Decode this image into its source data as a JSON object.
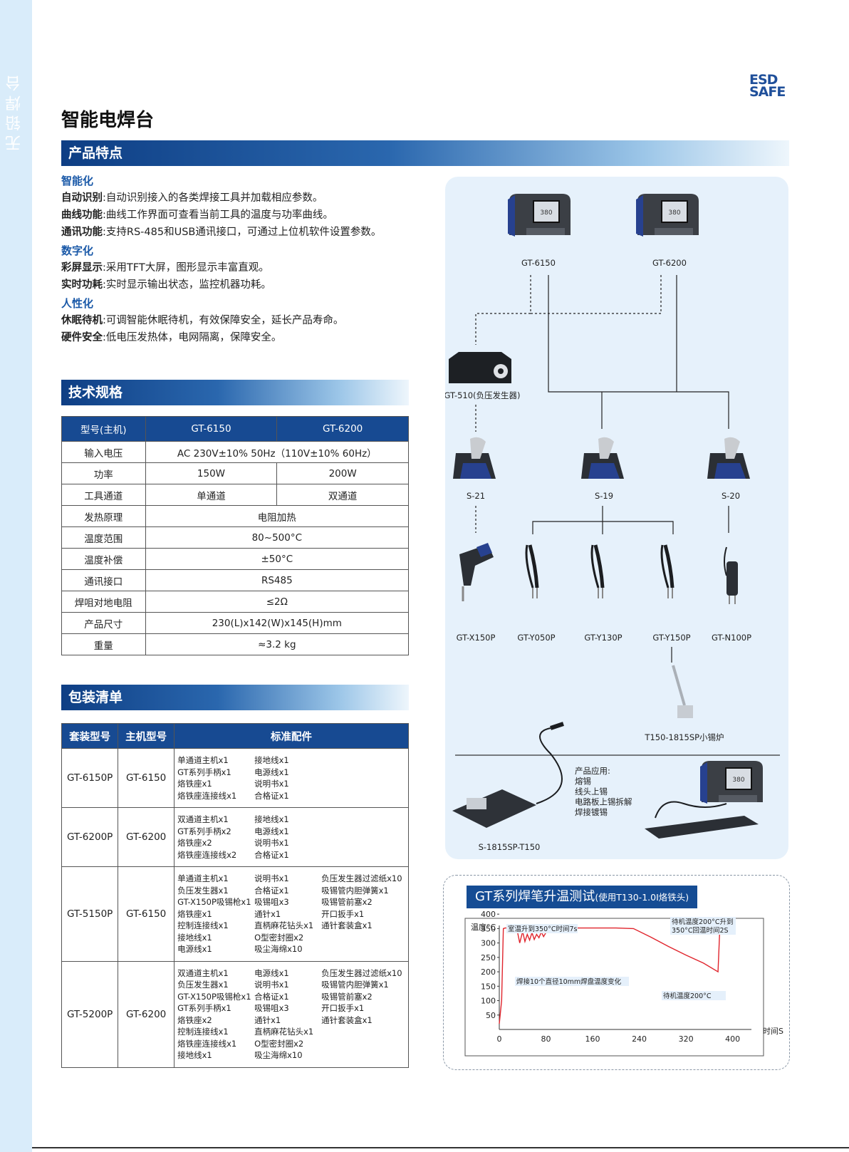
{
  "side_label": "无铅焊台",
  "logo": {
    "line1": "ESD",
    "line2": "SAFE"
  },
  "page_title": "智能电焊台",
  "features_section": {
    "title": "产品特点",
    "groups": [
      {
        "title": "智能化",
        "items": [
          {
            "key": "自动识别",
            "text": "自动识别接入的各类焊接工具并加载相应参数。"
          },
          {
            "key": "曲线功能",
            "text": "曲线工作界面可查看当前工具的温度与功率曲线。"
          },
          {
            "key": "通讯功能",
            "text": "支持RS-485和USB通讯接口，可通过上位机软件设置参数。"
          }
        ]
      },
      {
        "title": "数字化",
        "items": [
          {
            "key": "彩屏显示",
            "text": "采用TFT大屏，图形显示丰富直观。"
          },
          {
            "key": "实时功耗",
            "text": "实时显示输出状态，监控机器功耗。"
          }
        ]
      },
      {
        "title": "人性化",
        "items": [
          {
            "key": "休眠待机",
            "text": "可调智能休眠待机，有效保障安全，延长产品寿命。"
          },
          {
            "key": "硬件安全",
            "text": "低电压发热体，电网隔离，保障安全。"
          }
        ]
      }
    ]
  },
  "specs": {
    "title": "技术规格",
    "headers": [
      "型号(主机)",
      "GT-6150",
      "GT-6200"
    ],
    "rows": [
      {
        "label": "输入电压",
        "value": "AC 230V±10% 50Hz（110V±10% 60Hz）"
      },
      {
        "label": "功率",
        "v1": "150W",
        "v2": "200W"
      },
      {
        "label": "工具通道",
        "v1": "单通道",
        "v2": "双通道"
      },
      {
        "label": "发热原理",
        "value": "电阻加热"
      },
      {
        "label": "温度范围",
        "value": "80~500°C"
      },
      {
        "label": "温度补偿",
        "value": "±50°C"
      },
      {
        "label": "通讯接口",
        "value": "RS485"
      },
      {
        "label": "焊咀对地电阻",
        "value": "≤2Ω"
      },
      {
        "label": "产品尺寸",
        "value": "230(L)x142(W)x145(H)mm"
      },
      {
        "label": "重量",
        "value": "≈3.2 kg"
      }
    ]
  },
  "packing": {
    "title": "包装清单",
    "headers": [
      "套装型号",
      "主机型号",
      "标准配件"
    ],
    "rows": [
      {
        "kit": "GT-6150P",
        "host": "GT-6150",
        "items": [
          [
            "单通道主机x1",
            "接地线x1",
            ""
          ],
          [
            "GT系列手柄x1",
            "电源线x1",
            ""
          ],
          [
            "烙铁座x1",
            "说明书x1",
            ""
          ],
          [
            "烙铁座连接线x1",
            "合格证x1",
            ""
          ]
        ]
      },
      {
        "kit": "GT-6200P",
        "host": "GT-6200",
        "items": [
          [
            "双通道主机x1",
            "接地线x1",
            ""
          ],
          [
            "GT系列手柄x2",
            "电源线x1",
            ""
          ],
          [
            "烙铁座x2",
            "说明书x1",
            ""
          ],
          [
            "烙铁座连接线x2",
            "合格证x1",
            ""
          ]
        ]
      },
      {
        "kit": "GT-5150P",
        "host": "GT-6150",
        "items": [
          [
            "单通道主机x1",
            "说明书x1",
            "负压发生器过滤纸x10"
          ],
          [
            "负压发生器x1",
            "合格证x1",
            "吸锡管内胆弹簧x1"
          ],
          [
            "GT-X150P吸锡枪x1",
            "吸锡咀x3",
            "吸锡管前塞x2"
          ],
          [
            "烙铁座x1",
            "通针x1",
            "开口扳手x1"
          ],
          [
            "控制连接线x1",
            "直柄麻花钻头x1",
            "通针套装盒x1"
          ],
          [
            "接地线x1",
            "O型密封圈x2",
            ""
          ],
          [
            "电源线x1",
            "吸尘海绵x10",
            ""
          ]
        ]
      },
      {
        "kit": "GT-5200P",
        "host": "GT-6200",
        "items": [
          [
            "双通道主机x1",
            "电源线x1",
            "负压发生器过滤纸x10"
          ],
          [
            "负压发生器x1",
            "说明书x1",
            "吸锡管内胆弹簧x1"
          ],
          [
            "GT-X150P吸锡枪x1",
            "合格证x1",
            "吸锡管前塞x2"
          ],
          [
            "GT系列手柄x1",
            "吸锡咀x3",
            "开口扳手x1"
          ],
          [
            "烙铁座x2",
            "通针x1",
            "通针套装盒x1"
          ],
          [
            "控制连接线x1",
            "直柄麻花钻头x1",
            ""
          ],
          [
            "烙铁座连接线x1",
            "O型密封圈x2",
            ""
          ],
          [
            "接地线x1",
            "吸尘海绵x10",
            ""
          ]
        ]
      }
    ]
  },
  "diagram": {
    "stations": [
      "GT-6150",
      "GT-6200"
    ],
    "generator": "GT-510(负压发生器)",
    "holders": [
      "S-21",
      "S-19",
      "S-20"
    ],
    "tools": [
      "GT-X150P",
      "GT-Y050P",
      "GT-Y130P",
      "GT-Y150P",
      "GT-N100P"
    ],
    "pot": "T150-1815SP小锡炉",
    "pot_station": "S-1815SP-T150",
    "applications": [
      "产品应用:",
      "熔锡",
      "线头上锡",
      "电路板上锡拆解",
      "焊接镀锡"
    ],
    "screen_value": "380",
    "colors": {
      "panel_bg": "#e6f1fb",
      "station_blue": "#27418f"
    }
  },
  "chart_section": {
    "title": "GT系列焊笔升温测试",
    "subtitle": "(使用T130-1.0I烙铁头)"
  },
  "chart_data": {
    "type": "line",
    "ylabel": "温度°C",
    "xlabel": "时间S",
    "x_ticks": [
      0,
      80,
      160,
      240,
      320,
      400
    ],
    "y_ticks": [
      50,
      100,
      150,
      200,
      250,
      300,
      350,
      400
    ],
    "xlim": [
      0,
      420
    ],
    "ylim": [
      0,
      430
    ],
    "series": [
      {
        "color": "#e0242c",
        "x": [
          0,
          4,
          7,
          10,
          20,
          30,
          35,
          40,
          44,
          48,
          52,
          56,
          60,
          64,
          68,
          72,
          76,
          80,
          84,
          88,
          95,
          105,
          200,
          230,
          260,
          290,
          320,
          350,
          375,
          378,
          382,
          400
        ],
        "y": [
          20,
          100,
          350,
          352,
          352,
          350,
          300,
          340,
          305,
          330,
          310,
          336,
          312,
          330,
          318,
          338,
          322,
          336,
          345,
          352,
          350,
          352,
          352,
          350,
          320,
          288,
          258,
          230,
          200,
          350,
          352,
          352
        ]
      }
    ],
    "annotations": [
      {
        "text": "室温升到350°C时间7s"
      },
      {
        "text": "焊接10个直径10mm焊盘温度变化"
      },
      {
        "text": "待机温度200°C升到"
      },
      {
        "text": "350°C回温时间2S"
      },
      {
        "text": "待机温度200°C"
      }
    ]
  }
}
